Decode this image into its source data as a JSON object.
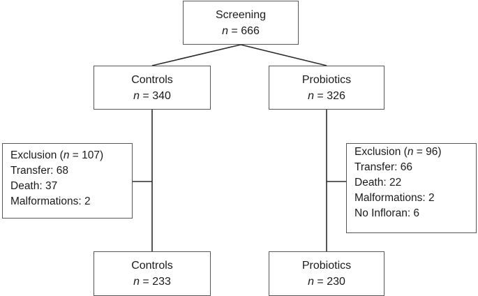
{
  "screening": {
    "label": "Screening",
    "n": "666"
  },
  "arms": [
    {
      "label": "Controls",
      "n": "340"
    },
    {
      "label": "Probiotics",
      "n": "326"
    }
  ],
  "exclusions": [
    {
      "header_prefix": "Exclusion (",
      "header_n": "107",
      "header_suffix": ")",
      "items": [
        "Transfer: 68",
        "Death: 37",
        "Malformations: 2"
      ]
    },
    {
      "header_prefix": "Exclusion (",
      "header_n": "96",
      "header_suffix": ")",
      "items": [
        "Transfer: 66",
        "Death: 22",
        "Malformations: 2",
        "No Infloran: 6"
      ]
    }
  ],
  "finals": [
    {
      "label": "Controls",
      "n": "233"
    },
    {
      "label": "Probiotics",
      "n": "230"
    }
  ],
  "n_symbol": "n",
  "eq_text": " = "
}
